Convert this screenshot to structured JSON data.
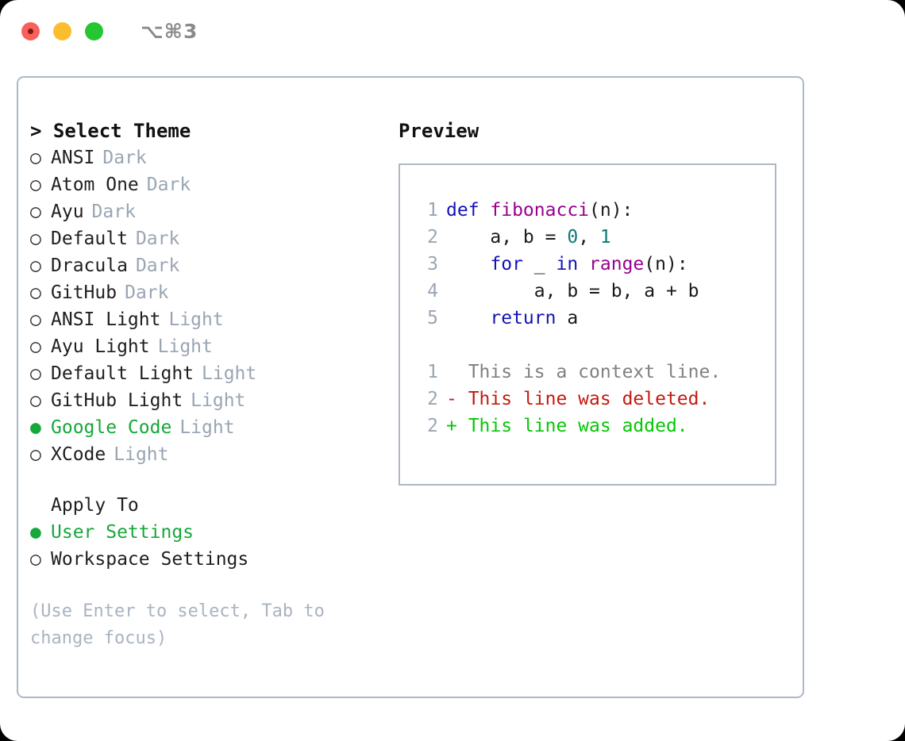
{
  "titlebar": {
    "buttons": [
      {
        "name": "close",
        "color": "#f9605a"
      },
      {
        "name": "minimize",
        "color": "#fbbd2e"
      },
      {
        "name": "maximize",
        "color": "#25c632"
      }
    ],
    "shortcut": "⌥⌘3"
  },
  "left": {
    "prompt_title": "> Select Theme",
    "themes": [
      {
        "marker": "○",
        "name": "ANSI",
        "variant": "Dark",
        "selected": false
      },
      {
        "marker": "○",
        "name": "Atom One",
        "variant": "Dark",
        "selected": false
      },
      {
        "marker": "○",
        "name": "Ayu",
        "variant": "Dark",
        "selected": false
      },
      {
        "marker": "○",
        "name": "Default",
        "variant": "Dark",
        "selected": false
      },
      {
        "marker": "○",
        "name": "Dracula",
        "variant": "Dark",
        "selected": false
      },
      {
        "marker": "○",
        "name": "GitHub",
        "variant": "Dark",
        "selected": false
      },
      {
        "marker": "○",
        "name": "ANSI Light",
        "variant": "Light",
        "selected": false
      },
      {
        "marker": "○",
        "name": "Ayu Light",
        "variant": "Light",
        "selected": false
      },
      {
        "marker": "○",
        "name": "Default Light",
        "variant": "Light",
        "selected": false
      },
      {
        "marker": "○",
        "name": "GitHub Light",
        "variant": "Light",
        "selected": false
      },
      {
        "marker": "●",
        "name": "Google Code",
        "variant": "Light",
        "selected": true
      },
      {
        "marker": "○",
        "name": "XCode",
        "variant": "Light",
        "selected": false
      }
    ],
    "apply_to_header": "Apply To",
    "apply_to_options": [
      {
        "marker": "●",
        "name": "User Settings",
        "selected": true
      },
      {
        "marker": "○",
        "name": "Workspace Settings",
        "selected": false
      }
    ],
    "hint": "(Use Enter to select, Tab to change focus)"
  },
  "right": {
    "preview_title": "Preview",
    "code_lines": [
      {
        "number": "1",
        "tokens": [
          {
            "text": "def ",
            "kind": "kw"
          },
          {
            "text": "fibonacci",
            "kind": "fn"
          },
          {
            "text": "(n):",
            "kind": "txt"
          }
        ]
      },
      {
        "number": "2",
        "tokens": [
          {
            "text": "    a, b = ",
            "kind": "txt"
          },
          {
            "text": "0",
            "kind": "num"
          },
          {
            "text": ", ",
            "kind": "txt"
          },
          {
            "text": "1",
            "kind": "num"
          }
        ]
      },
      {
        "number": "3",
        "tokens": [
          {
            "text": "    ",
            "kind": "txt"
          },
          {
            "text": "for",
            "kind": "kw"
          },
          {
            "text": " _ ",
            "kind": "txt"
          },
          {
            "text": "in",
            "kind": "kw"
          },
          {
            "text": " ",
            "kind": "txt"
          },
          {
            "text": "range",
            "kind": "fn"
          },
          {
            "text": "(n):",
            "kind": "txt"
          }
        ]
      },
      {
        "number": "4",
        "tokens": [
          {
            "text": "        a, b = b, a + b",
            "kind": "txt"
          }
        ]
      },
      {
        "number": "5",
        "tokens": [
          {
            "text": "    ",
            "kind": "txt"
          },
          {
            "text": "return",
            "kind": "kw"
          },
          {
            "text": " a",
            "kind": "txt"
          }
        ]
      }
    ],
    "diff_lines": [
      {
        "number": "1",
        "marker": "  ",
        "text": "This is a context line.",
        "kind": "ctx"
      },
      {
        "number": "2",
        "marker": "- ",
        "text": "This line was deleted.",
        "kind": "del"
      },
      {
        "number": "2",
        "marker": "+ ",
        "text": "This line was added.",
        "kind": "add"
      }
    ]
  },
  "colors": {
    "accent_green": "#16a83a",
    "muted": "#9aa5b4",
    "border": "#adb8c6",
    "keyword": "#1313b5",
    "function": "#99008c",
    "number": "#0b7a73",
    "diff_deleted": "#c4190f",
    "diff_added": "#05c705"
  }
}
